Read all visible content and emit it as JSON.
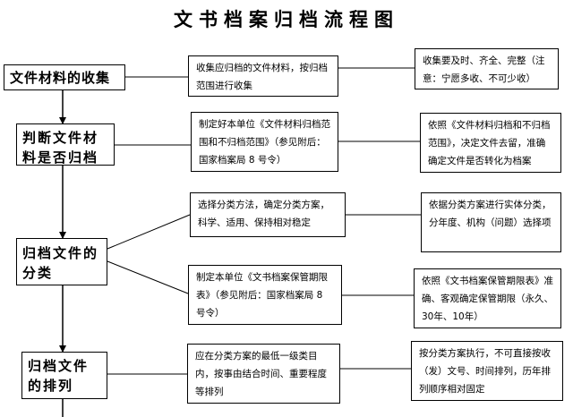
{
  "title": "文书档案归档流程图",
  "steps": [
    {
      "label": "文件材料的收集",
      "notes": [
        "收集应归档的文件材料，按归档范围进行收集",
        "收集要及时、齐全、完整（注意：宁愿多收、不可少收）"
      ]
    },
    {
      "label": "判断文件材料是否归档",
      "notes": [
        "制定好本单位《文件材料归档范围和不归档范围》（参见附后：国家档案局 8 号令）",
        "依照《文件材料归档和不归档范围》，决定文件去留，准确确定文件是否转化为档案"
      ]
    },
    {
      "label": "归档文件的分类",
      "notes": [
        "选择分类方法，确定分类方案，科学、适用、保持相对稳定",
        "依据分类方案进行实体分类，分年度、机构（问题）选择项",
        "制定本单位《文书档案保管期限表》（参见附后：国家档案局 8 号令）",
        "依照《文书档案保管期限表》准确、客观确定保管期限（永久、30年、10年）"
      ]
    },
    {
      "label": "归档文件的排列",
      "notes": [
        "应在分类方案的最低一级类目内，按事由结合时间、重要程度等排列",
        "按分类方案执行，不可直接按收（发）文号、时间排列，历年排列顺序相对固定"
      ]
    }
  ]
}
